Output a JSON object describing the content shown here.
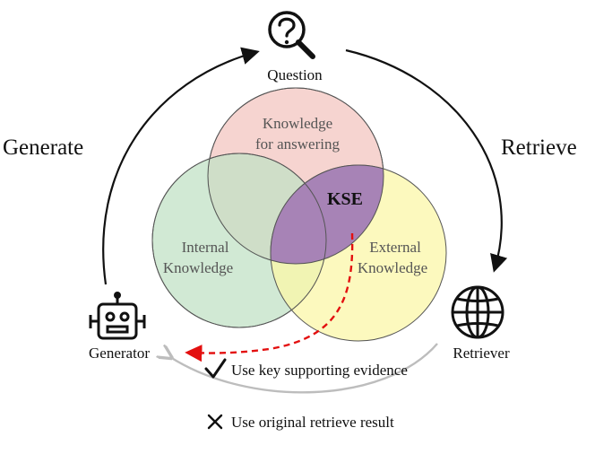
{
  "labels": {
    "question": "Question",
    "generate": "Generate",
    "retrieve": "Retrieve",
    "generator": "Generator",
    "retriever": "Retriever",
    "knowledge_answering_line1": "Knowledge",
    "knowledge_answering_line2": "for answering",
    "internal_line1": "Internal",
    "internal_line2": "Knowledge",
    "external_line1": "External",
    "external_line2": "Knowledge",
    "kse": "KSE",
    "use_kse": "Use key supporting evidence",
    "use_original": "Use original retrieve result"
  },
  "colors": {
    "knowledge_circle": "#f6d2cd",
    "internal_circle": "#c2e2c6",
    "external_circle": "#fbf7a8",
    "kse_region": "#a783b6",
    "red_dashed_arrow": "#e31010",
    "gray_arrow": "#bdbdbd",
    "black": "#111111"
  },
  "icons": {
    "question": "magnifier-question-icon",
    "generator": "robot-icon",
    "retriever": "globe-icon",
    "check": "checkmark-icon",
    "cross": "cross-icon"
  }
}
